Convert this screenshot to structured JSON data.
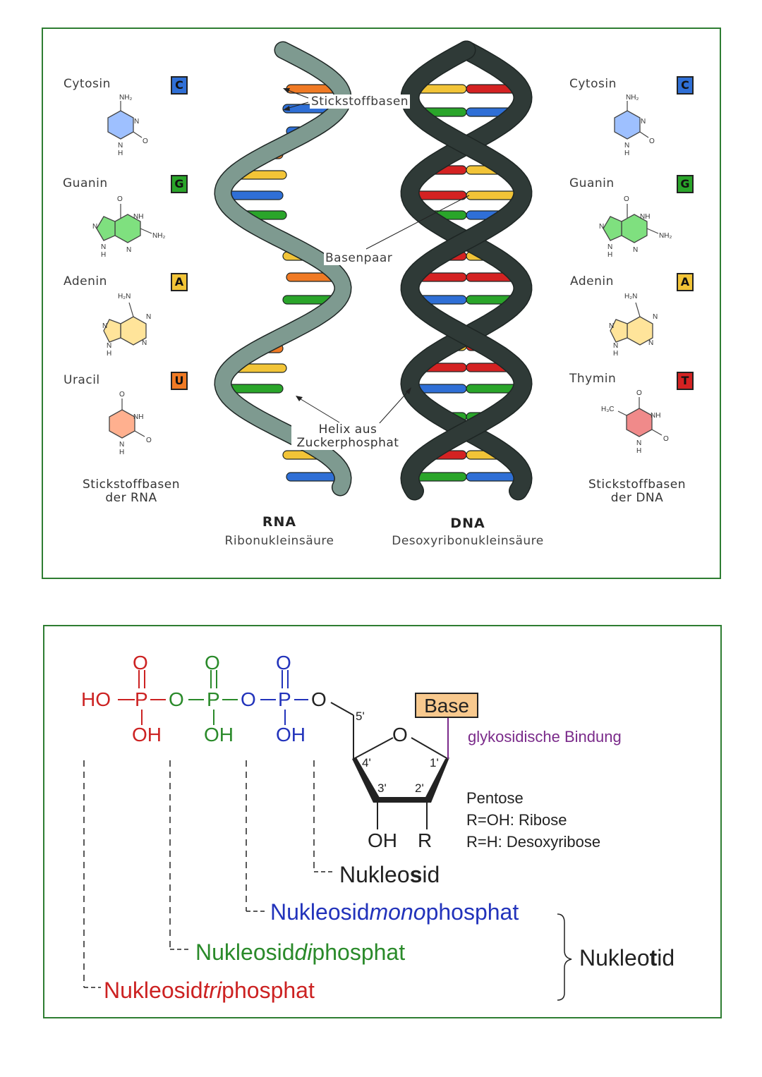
{
  "top": {
    "rna_bases": [
      {
        "name": "Cytosin",
        "letter": "C",
        "color": "#2f6fd6"
      },
      {
        "name": "Guanin",
        "letter": "G",
        "color": "#2aa52a"
      },
      {
        "name": "Adenin",
        "letter": "A",
        "color": "#f2c437"
      },
      {
        "name": "Uracil",
        "letter": "U",
        "color": "#f07a24"
      }
    ],
    "dna_bases": [
      {
        "name": "Cytosin",
        "letter": "C",
        "color": "#2f6fd6"
      },
      {
        "name": "Guanin",
        "letter": "G",
        "color": "#2aa52a"
      },
      {
        "name": "Adenin",
        "letter": "A",
        "color": "#f2c437"
      },
      {
        "name": "Thymin",
        "letter": "T",
        "color": "#d42222"
      }
    ],
    "atoms": {
      "nh2": "NH₂",
      "h2n": "H₂N",
      "n": "N",
      "h": "H",
      "o": "O",
      "nh": "NH",
      "h3c": "H₃C"
    },
    "rna_caption": [
      "Stickstoffbasen",
      "der RNA"
    ],
    "dna_caption": [
      "Stickstoffbasen",
      "der DNA"
    ],
    "callouts": {
      "stickstoffbasen": "Stickstoffbasen",
      "basenpaar": "Basenpaar",
      "helix": [
        "Helix aus",
        "Zuckerphosphat"
      ]
    },
    "rna_title": "RNA",
    "rna_sub": "Ribonukleinsäure",
    "dna_title": "DNA",
    "dna_sub": "Desoxyribonukleinsäure",
    "colors": {
      "border": "#2e7d32",
      "rna_strand": "#7e9a90",
      "dna_strand": "#2f3a37",
      "cytosine": "#2f6fd6",
      "guanine": "#2aa52a",
      "adenine": "#f2c437",
      "uracil": "#f07a24",
      "thymine": "#d42222"
    }
  },
  "bottom": {
    "phosphate_red": {
      "o_top": "O",
      "ho": "HO",
      "p": "P",
      "oh": "OH"
    },
    "phosphate_green": {
      "o_top": "O",
      "o_link": "O",
      "p": "P",
      "oh": "OH"
    },
    "phosphate_blue": {
      "o_top": "O",
      "o_link": "O",
      "p": "P",
      "oh": "OH",
      "o_end": "O"
    },
    "sugar": {
      "c5": "5'",
      "c4": "4'",
      "c3": "3'",
      "c2": "2'",
      "c1": "1'",
      "ring_o": "O",
      "oh": "OH",
      "r": "R"
    },
    "base_label": "Base",
    "glyco": "glykosidische Bindung",
    "pentose": [
      "Pentose",
      "R=OH: Ribose",
      "R=H: Desoxyribose"
    ],
    "nukleosid": {
      "pre": "Nukleo",
      "bold": "s",
      "post": "id"
    },
    "mono": {
      "pre": "Nukleosid",
      "ital": "mono",
      "post": "phosphat"
    },
    "di": {
      "pre": "Nukleosid",
      "ital": "di",
      "post": "phosphat"
    },
    "tri": {
      "pre": "Nukleosid",
      "ital": "tri",
      "post": "phosphat"
    },
    "nukleotid": {
      "pre": "Nukleo",
      "bold": "t",
      "post": "id"
    },
    "colors": {
      "red": "#cc2222",
      "green": "#2a8a2a",
      "blue": "#2233bb",
      "purple": "#7a2a8a",
      "base_fill": "#f8c98e"
    }
  }
}
